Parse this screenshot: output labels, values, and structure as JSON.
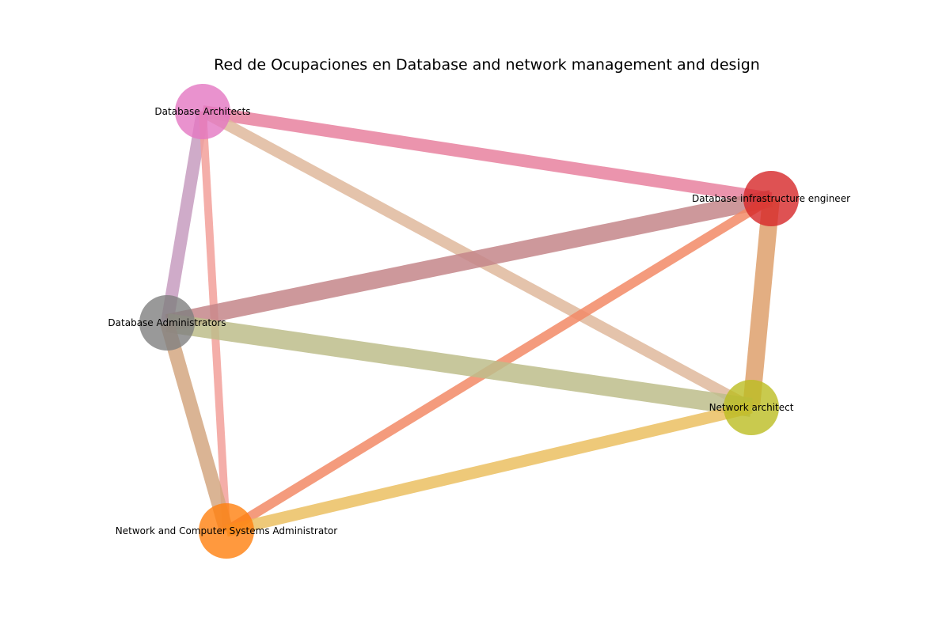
{
  "title": "Red de Ocupaciones en Database and network management and design",
  "nodes": [
    {
      "id": "architects",
      "label": "Database Architects",
      "color": "#e377c2"
    },
    {
      "id": "infra",
      "label": "Database infrastructure engineer",
      "color": "#d62728"
    },
    {
      "id": "admins",
      "label": "Database Administrators",
      "color": "#7f7f7f"
    },
    {
      "id": "netarch",
      "label": "Network architect",
      "color": "#bcbd22"
    },
    {
      "id": "netsys",
      "label": "Network and Computer Systems Administrator",
      "color": "#ff7f0e"
    }
  ],
  "edges": [
    {
      "source": "architects",
      "target": "infra",
      "color": "#e7819f"
    },
    {
      "source": "architects",
      "target": "netarch",
      "color": "#dfb89c"
    },
    {
      "source": "architects",
      "target": "admins",
      "color": "#c79cc0"
    },
    {
      "source": "architects",
      "target": "netsys",
      "color": "#f2a09a"
    },
    {
      "source": "infra",
      "target": "admins",
      "color": "#c4868a"
    },
    {
      "source": "infra",
      "target": "netarch",
      "color": "#dea06c"
    },
    {
      "source": "infra",
      "target": "netsys",
      "color": "#f28a66"
    },
    {
      "source": "admins",
      "target": "netarch",
      "color": "#bdbd8b"
    },
    {
      "source": "admins",
      "target": "netsys",
      "color": "#d4a781"
    },
    {
      "source": "netarch",
      "target": "netsys",
      "color": "#ebc062"
    }
  ]
}
